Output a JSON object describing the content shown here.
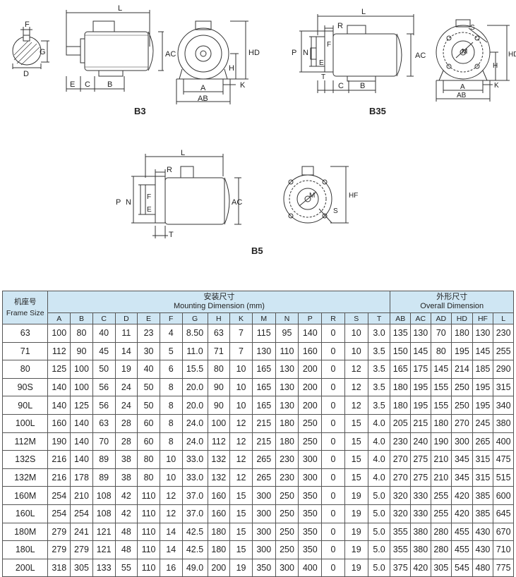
{
  "captions": {
    "b3": "B3",
    "b35": "B35",
    "b5": "B5"
  },
  "labels": {
    "shaft": {
      "f": "F",
      "g": "G",
      "d": "D"
    },
    "b3_side": {
      "l": "L",
      "e": "E",
      "c": "C",
      "b": "B",
      "ac": "AC"
    },
    "b3_front": {
      "hd": "HD",
      "h": "H",
      "a": "A",
      "ab": "AB",
      "k": "K"
    },
    "b35_side": {
      "l": "L",
      "r": "R",
      "p": "P",
      "n": "N",
      "e": "E",
      "f": "F",
      "t": "T",
      "c": "C",
      "b": "B",
      "ac": "AC"
    },
    "b35_front": {
      "s": "S",
      "m": "M",
      "hd": "HD",
      "h": "H",
      "a": "A",
      "ab": "AB",
      "k": "K"
    },
    "b5_side": {
      "l": "L",
      "r": "R",
      "p": "P",
      "n": "N",
      "f": "F",
      "e": "E",
      "t": "T",
      "ac": "AC"
    },
    "b5_front": {
      "m": "M",
      "hf": "HF",
      "s": "S"
    }
  },
  "table": {
    "frame_header_cn": "机座号",
    "frame_header_en": "Frame Size",
    "mounting_cn": "安装尺寸",
    "mounting_en": "Mounting Dimension (mm)",
    "overall_cn": "外形尺寸",
    "overall_en": "Overall Dimension",
    "mounting_cols": [
      "A",
      "B",
      "C",
      "D",
      "E",
      "F",
      "G",
      "H",
      "K",
      "M",
      "N",
      "P",
      "R",
      "S",
      "T"
    ],
    "overall_cols": [
      "AB",
      "AC",
      "AD",
      "HD",
      "HF",
      "L"
    ],
    "rows": [
      {
        "frame": "63",
        "values": [
          "100",
          "80",
          "40",
          "11",
          "23",
          "4",
          "8.50",
          "63",
          "7",
          "115",
          "95",
          "140",
          "0",
          "10",
          "3.0",
          "135",
          "130",
          "70",
          "180",
          "130",
          "230"
        ]
      },
      {
        "frame": "71",
        "values": [
          "112",
          "90",
          "45",
          "14",
          "30",
          "5",
          "11.0",
          "71",
          "7",
          "130",
          "110",
          "160",
          "0",
          "10",
          "3.5",
          "150",
          "145",
          "80",
          "195",
          "145",
          "255"
        ]
      },
      {
        "frame": "80",
        "values": [
          "125",
          "100",
          "50",
          "19",
          "40",
          "6",
          "15.5",
          "80",
          "10",
          "165",
          "130",
          "200",
          "0",
          "12",
          "3.5",
          "165",
          "175",
          "145",
          "214",
          "185",
          "290"
        ]
      },
      {
        "frame": "90S",
        "values": [
          "140",
          "100",
          "56",
          "24",
          "50",
          "8",
          "20.0",
          "90",
          "10",
          "165",
          "130",
          "200",
          "0",
          "12",
          "3.5",
          "180",
          "195",
          "155",
          "250",
          "195",
          "315"
        ]
      },
      {
        "frame": "90L",
        "values": [
          "140",
          "125",
          "56",
          "24",
          "50",
          "8",
          "20.0",
          "90",
          "10",
          "165",
          "130",
          "200",
          "0",
          "12",
          "3.5",
          "180",
          "195",
          "155",
          "250",
          "195",
          "340"
        ]
      },
      {
        "frame": "100L",
        "values": [
          "160",
          "140",
          "63",
          "28",
          "60",
          "8",
          "24.0",
          "100",
          "12",
          "215",
          "180",
          "250",
          "0",
          "15",
          "4.0",
          "205",
          "215",
          "180",
          "270",
          "245",
          "380"
        ]
      },
      {
        "frame": "112M",
        "values": [
          "190",
          "140",
          "70",
          "28",
          "60",
          "8",
          "24.0",
          "112",
          "12",
          "215",
          "180",
          "250",
          "0",
          "15",
          "4.0",
          "230",
          "240",
          "190",
          "300",
          "265",
          "400"
        ]
      },
      {
        "frame": "132S",
        "values": [
          "216",
          "140",
          "89",
          "38",
          "80",
          "10",
          "33.0",
          "132",
          "12",
          "265",
          "230",
          "300",
          "0",
          "15",
          "4.0",
          "270",
          "275",
          "210",
          "345",
          "315",
          "475"
        ]
      },
      {
        "frame": "132M",
        "values": [
          "216",
          "178",
          "89",
          "38",
          "80",
          "10",
          "33.0",
          "132",
          "12",
          "265",
          "230",
          "300",
          "0",
          "15",
          "4.0",
          "270",
          "275",
          "210",
          "345",
          "315",
          "515"
        ]
      },
      {
        "frame": "160M",
        "values": [
          "254",
          "210",
          "108",
          "42",
          "110",
          "12",
          "37.0",
          "160",
          "15",
          "300",
          "250",
          "350",
          "0",
          "19",
          "5.0",
          "320",
          "330",
          "255",
          "420",
          "385",
          "600"
        ]
      },
      {
        "frame": "160L",
        "values": [
          "254",
          "254",
          "108",
          "42",
          "110",
          "12",
          "37.0",
          "160",
          "15",
          "300",
          "250",
          "350",
          "0",
          "19",
          "5.0",
          "320",
          "330",
          "255",
          "420",
          "385",
          "645"
        ]
      },
      {
        "frame": "180M",
        "values": [
          "279",
          "241",
          "121",
          "48",
          "110",
          "14",
          "42.5",
          "180",
          "15",
          "300",
          "250",
          "350",
          "0",
          "19",
          "5.0",
          "355",
          "380",
          "280",
          "455",
          "430",
          "670"
        ]
      },
      {
        "frame": "180L",
        "values": [
          "279",
          "279",
          "121",
          "48",
          "110",
          "14",
          "42.5",
          "180",
          "15",
          "300",
          "250",
          "350",
          "0",
          "19",
          "5.0",
          "355",
          "380",
          "280",
          "455",
          "430",
          "710"
        ]
      },
      {
        "frame": "200L",
        "values": [
          "318",
          "305",
          "133",
          "55",
          "110",
          "16",
          "49.0",
          "200",
          "19",
          "350",
          "300",
          "400",
          "0",
          "19",
          "5.0",
          "375",
          "420",
          "305",
          "545",
          "480",
          "775"
        ]
      }
    ]
  },
  "colors": {
    "header_bg": "#cfe6f3",
    "border": "#555555",
    "line": "#333333"
  }
}
